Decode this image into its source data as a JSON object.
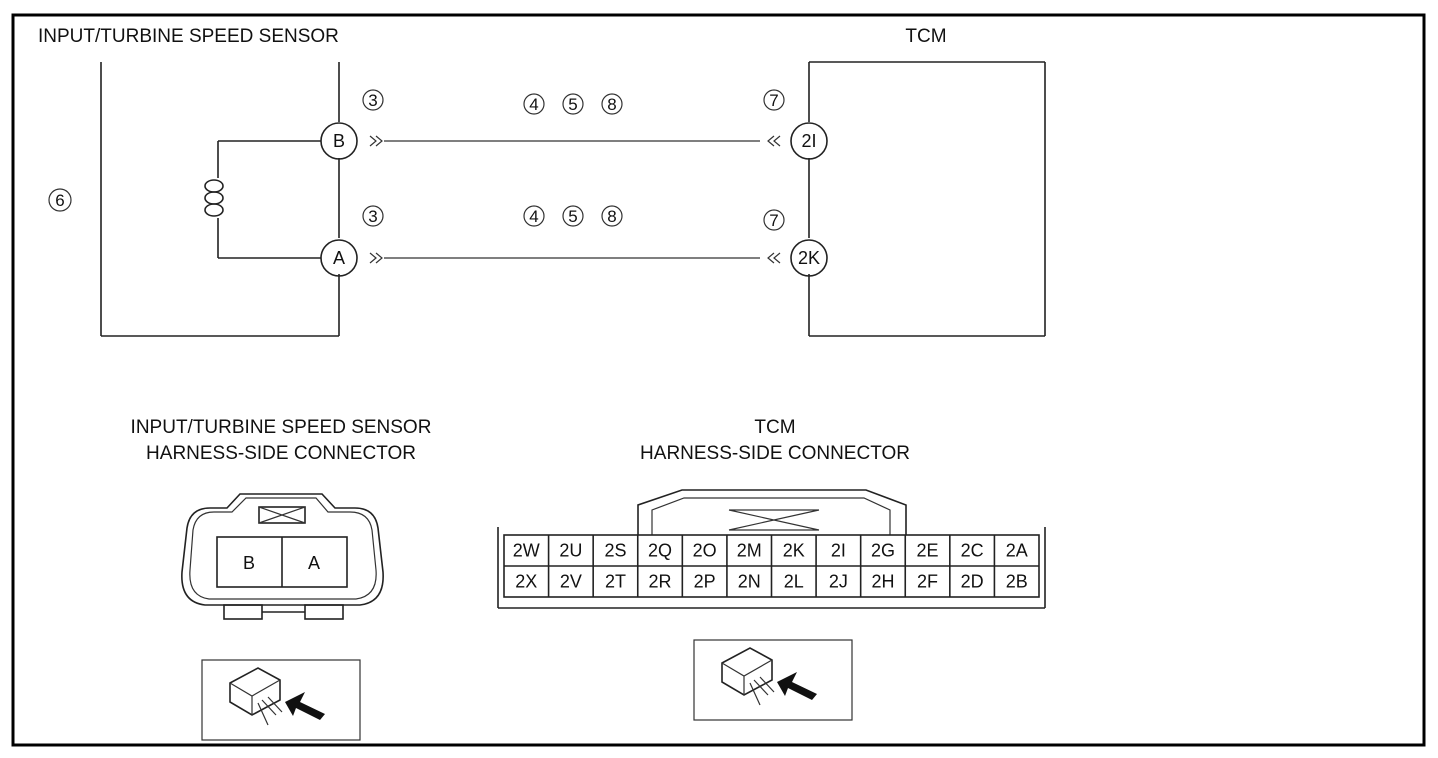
{
  "wiring": {
    "sensor_title": "INPUT/TURBINE SPEED SENSOR",
    "tcm_title": "TCM",
    "pin_b": "B",
    "pin_a": "A",
    "pin_2i": "2I",
    "pin_2k": "2K",
    "ref_sensor_b": "3",
    "ref_sensor_a": "3",
    "ref_harness_b": [
      "4",
      "5",
      "8"
    ],
    "ref_harness_a": [
      "4",
      "5",
      "8"
    ],
    "ref_tcm_2i": "7",
    "ref_tcm_2k": "7",
    "ref_coil": "6"
  },
  "connectors": {
    "sensor_title_line1": "INPUT/TURBINE SPEED SENSOR",
    "sensor_title_line2": "HARNESS-SIDE CONNECTOR",
    "sensor_pins": [
      "B",
      "A"
    ],
    "tcm_title_line1": "TCM",
    "tcm_title_line2": "HARNESS-SIDE CONNECTOR",
    "tcm_row1": [
      "2W",
      "2U",
      "2S",
      "2Q",
      "2O",
      "2M",
      "2K",
      "2I",
      "2G",
      "2E",
      "2C",
      "2A"
    ],
    "tcm_row2": [
      "2X",
      "2V",
      "2T",
      "2R",
      "2P",
      "2N",
      "2L",
      "2J",
      "2H",
      "2F",
      "2D",
      "2B"
    ]
  }
}
